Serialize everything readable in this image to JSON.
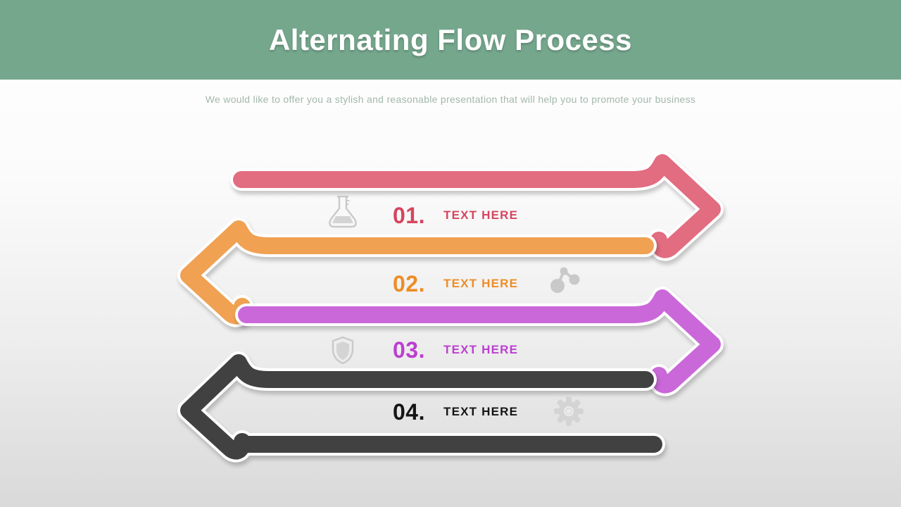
{
  "header": {
    "title": "Alternating Flow Process",
    "background": "#75a78d",
    "title_color": "#ffffff"
  },
  "subtitle": {
    "text": "We would like to offer you a stylish and reasonable presentation that will help you to promote your business",
    "color": "#a3b8ab"
  },
  "steps": [
    {
      "number": "01.",
      "label": "TEXT HERE",
      "direction": "right",
      "arrow_color": "#e26c80",
      "text_color": "#d5455e",
      "icon": "flask-icon"
    },
    {
      "number": "02.",
      "label": "TEXT HERE",
      "direction": "left",
      "arrow_color": "#f0a152",
      "text_color": "#ed8d26",
      "icon": "molecule-icon"
    },
    {
      "number": "03.",
      "label": "TEXT HERE",
      "direction": "right",
      "arrow_color": "#ca68d9",
      "text_color": "#bb3fd0",
      "icon": "shield-icon"
    },
    {
      "number": "04.",
      "label": "TEXT HERE",
      "direction": "left",
      "arrow_color": "#414141",
      "text_color": "#151515",
      "icon": "gear-icon"
    }
  ],
  "icons": {
    "color": "#c9c9c9",
    "fill_light": "#d4d4d4"
  },
  "background": {
    "top": "#ffffff",
    "bottom": "#d9d9d9",
    "outline": "#ffffff"
  }
}
